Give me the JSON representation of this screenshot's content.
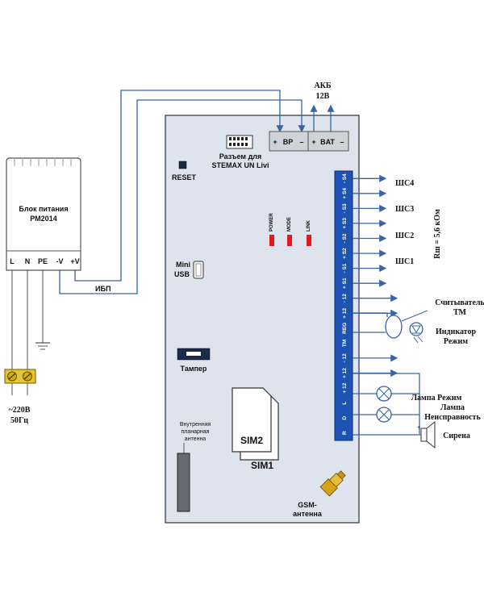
{
  "psu": {
    "title_line1": "Блок питания",
    "title_line2": "РМ2014",
    "terminals": [
      "L",
      "N",
      "PE",
      "-V",
      "+V"
    ]
  },
  "mains": {
    "line1": "~220В",
    "line2": "50Гц"
  },
  "ibp_label": "ИБП",
  "akb": {
    "line1": "АКБ",
    "line2": "12В"
  },
  "bp_block": {
    "plus": "+",
    "label": "BP",
    "minus": "–"
  },
  "bat_block": {
    "plus": "+",
    "label": "BAT",
    "minus": "–"
  },
  "connector": {
    "line1": "Разъем для",
    "line2": "STEMAX UN Livi"
  },
  "reset_label": "RESET",
  "leds": [
    "POWER",
    "MODE",
    "LINK"
  ],
  "mini_usb": {
    "line1": "Mini",
    "line2": "USB"
  },
  "tamper_label": "Тампер",
  "antenna_internal": {
    "line1": "Внутренняя",
    "line2": "планарная",
    "line3": "антенна"
  },
  "sim": {
    "sim2": "SIM2",
    "sim1": "SIM1"
  },
  "gsm": {
    "line1": "GSM-",
    "line2": "антенна"
  },
  "terminal_block": [
    "- S4",
    "+ S4",
    "- S3",
    "+ S3",
    "- S2",
    "+ S2",
    "- S1",
    "+ S1",
    "- 12",
    "+ 12",
    "REG",
    "TM",
    "- 12",
    "+ 12",
    "+ 12",
    "L",
    "D",
    "R"
  ],
  "zones": [
    "ШС4",
    "ШС3",
    "ШС2",
    "ШС1"
  ],
  "resistor_label": "Rш = 5,6 кОм",
  "reader": {
    "line1": "Считыватель",
    "line2": "ТМ"
  },
  "indicator": {
    "line1": "Индикатор",
    "line2": "Режим"
  },
  "lamp_mode": "Лампа Режим",
  "lamp_fault": {
    "line1": "Лампа",
    "line2": "Неисправность"
  },
  "siren": "Сирена",
  "colors": {
    "wire": "#3a63a8",
    "terminal_block": "#1d53b5",
    "board": "#dde4ee",
    "led": "#e21a1a"
  }
}
